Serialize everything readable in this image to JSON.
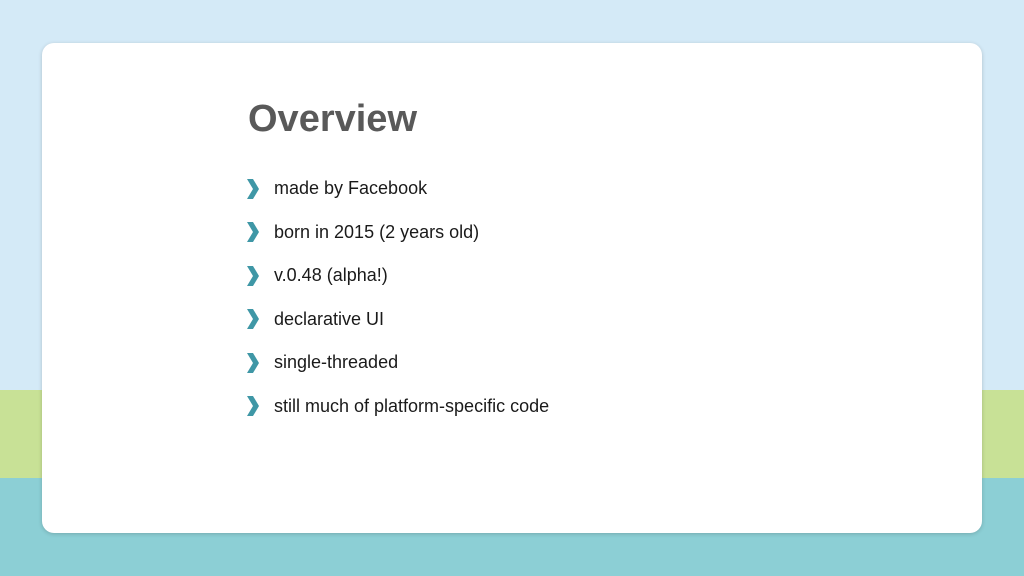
{
  "colors": {
    "bg_top": "#d4eaf7",
    "bg_mid": "#c8e196",
    "bg_bottom": "#8ccfd5",
    "title": "#595959",
    "bullet_icon": "#3f97a6"
  },
  "slide": {
    "title": "Overview",
    "bullet_icon": "chevron-right-icon",
    "bullets": [
      "made by Facebook",
      "born in 2015 (2 years old)",
      "v.0.48 (alpha!)",
      "declarative UI",
      "single-threaded",
      "still much of platform-specific code"
    ]
  }
}
